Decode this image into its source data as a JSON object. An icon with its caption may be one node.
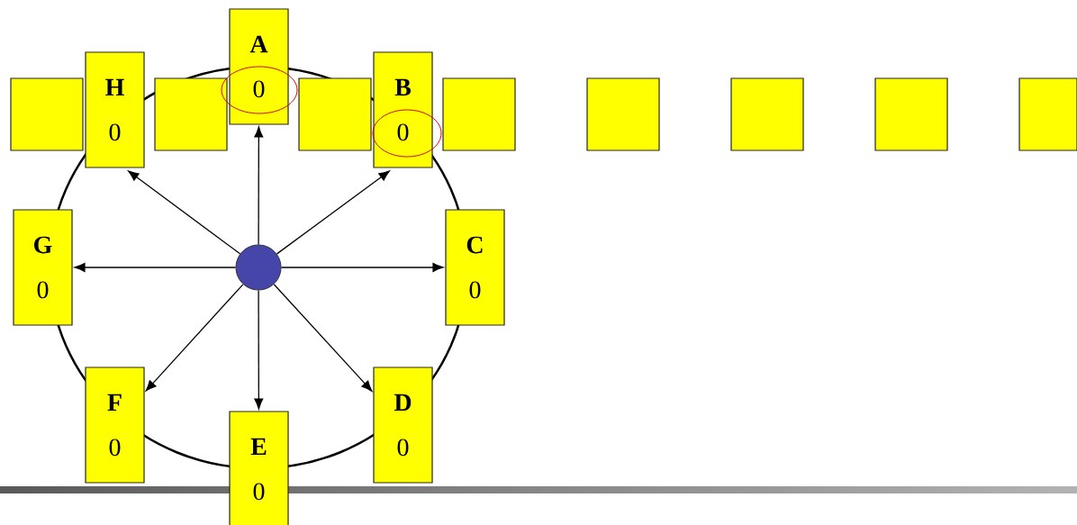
{
  "diagram": {
    "nodes": [
      {
        "text": [
          "A",
          "0"
        ]
      },
      {
        "text": [
          "B",
          "0"
        ]
      },
      {
        "text": [
          "C",
          "0"
        ]
      },
      {
        "text": [
          "D",
          "0"
        ]
      },
      {
        "text": [
          "E",
          "0"
        ]
      },
      {
        "text": [
          "F",
          "0"
        ]
      },
      {
        "text": [
          "G",
          "0"
        ]
      },
      {
        "text": [
          "H",
          "0"
        ]
      },
      {
        "text": [],
        "shape": "circle"
      },
      {
        "text": [],
        "shape": "box"
      },
      {
        "text": [],
        "shape": "box"
      },
      {
        "text": [],
        "shape": "box"
      },
      {
        "text": [],
        "shape": "box"
      },
      {
        "text": [],
        "shape": "box"
      },
      {
        "text": [],
        "shape": "box"
      },
      {
        "text": [],
        "shape": "box"
      },
      {
        "text": [],
        "shape": "box"
      }
    ],
    "edges": [
      {
        "from": 8,
        "to": 0,
        "arrow": "to"
      },
      {
        "from": 8,
        "to": 1,
        "arrow": "to"
      },
      {
        "from": 8,
        "to": 2,
        "arrow": "to"
      },
      {
        "from": 8,
        "to": 3,
        "arrow": "to"
      },
      {
        "from": 8,
        "to": 4,
        "arrow": "to"
      },
      {
        "from": 8,
        "to": 5,
        "arrow": "to"
      },
      {
        "from": 8,
        "to": 6,
        "arrow": "to"
      },
      {
        "from": 8,
        "to": 7,
        "arrow": "to"
      }
    ]
  }
}
